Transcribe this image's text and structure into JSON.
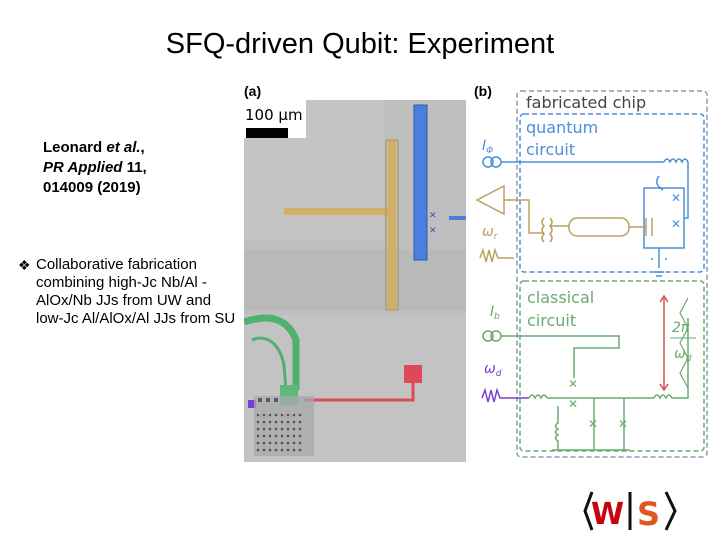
{
  "slide": {
    "title": "SFQ-driven Qubit: Experiment"
  },
  "citation": {
    "author": "Leonard",
    "etal": " et al.",
    "comma": ",",
    "journal": "PR Applied",
    "volume_issue": " 11,",
    "pages_year": "014009 (2019)"
  },
  "bullet": {
    "marker": "❖",
    "text": "Collaborative fabrication combining high-Jc Nb/Al -AlOx/Nb JJs from UW and low-Jc Al/AlOx/Al JJs from SU"
  },
  "figure": {
    "panel_a_label": "(a)",
    "panel_b_label": "(b)",
    "scale_bar": "100 μm",
    "chip_label": "fabricated chip",
    "quantum_label_1": "quantum",
    "quantum_label_2": "circuit",
    "classical_label_1": "classical",
    "classical_label_2": "circuit",
    "sym_iphi": "I",
    "sym_iphi_sub": "Φ",
    "sym_wr": "ω",
    "sym_wr_sub": "r",
    "sym_ib": "I",
    "sym_ib_sub": "b",
    "sym_wd": "ω",
    "sym_wd_sub": "d",
    "period_num": "2π",
    "period_den": "ω",
    "period_den_sub": "d"
  },
  "colors": {
    "blue": "#4a8fd8",
    "gold": "#b8a060",
    "green": "#6aaa70",
    "purple": "#7b3fd0",
    "red": "#d84a5a",
    "box_gray": "#8a9aa8",
    "logo_red": "#c5050c",
    "logo_orange": "#e0571e"
  },
  "logos": {
    "left": "W",
    "right": "S"
  }
}
